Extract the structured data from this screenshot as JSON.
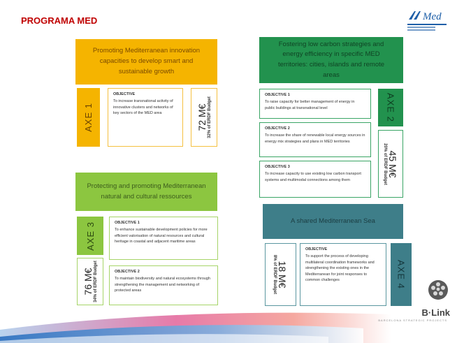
{
  "title": "PROGRAMA MED",
  "axes": [
    {
      "banner": "Promoting Mediterranean innovation capacities to develop smart and sustainable growth",
      "label": "AXE 1",
      "budget": "72 M€",
      "budget_pct": "32% of ERDF Budget",
      "objectives": [
        {
          "heading": "OBJECTIVE",
          "text": "To increase transnational activity of innovative clusters and networks of key sectors of the MED area"
        }
      ]
    },
    {
      "banner": "Fostering low carbon strategies and energy efficiency in specific MED territories: cities, islands and remote areas",
      "label": "AXE 2",
      "budget": "45 M€",
      "budget_pct": "20% of ERDF Budget",
      "objectives": [
        {
          "heading": "OBJECTIVE 1",
          "text": "To raise capacity for better management of energy in public buildings at transnational level"
        },
        {
          "heading": "OBJECTIVE 2",
          "text": "To increase the share of renewable local energy sources in energy mix strategies and plans in MED territories"
        },
        {
          "heading": "OBJECTIVE 3",
          "text": "To increase capacity to use existing low carbon transport systems and multimodal connections among them"
        }
      ]
    },
    {
      "banner": "Protecting and promoting Mediterranean natural and cultural ressources",
      "label": "AXE 3",
      "budget": "76 M€",
      "budget_pct": "34% of ERDF Budget",
      "objectives": [
        {
          "heading": "OBJECTIVE 1",
          "text": "To enhance sustainable development policies for more efficient valorisation of natural resources and cultural heritage in coastal and adjacent maritime areas"
        },
        {
          "heading": "OBJECTIVE 2",
          "text": "To maintain biodiversity and natural ecosystems through strengthening the management and networking of protected areas"
        }
      ]
    },
    {
      "banner": "A shared Mediterranean Sea",
      "label": "AXE 4",
      "budget": "18 M€",
      "budget_pct": "8% of ERDF Budget",
      "objectives": [
        {
          "heading": "OBJECTIVE",
          "text": "To support the process of developing multilateral coordination frameworks and strengthening the existing ones in the Mediterranean for joint responses to common challenges"
        }
      ]
    }
  ],
  "logo_med": "Med",
  "footer_logo": "B·Link",
  "footer_logo_sub": "BARCELONA STRATEGIC PROJECTS",
  "colors": {
    "title": "#c00000",
    "axe1": "#f5b400",
    "axe1_light": "#f8c94a",
    "axe2": "#22924e",
    "axe3": "#8cc640",
    "axe4": "#3e7e89"
  }
}
